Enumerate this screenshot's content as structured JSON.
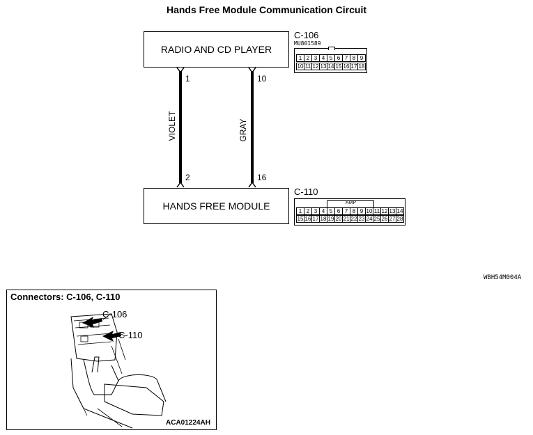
{
  "title": "Hands Free Module Communication Circuit",
  "components": {
    "top": "RADIO AND CD PLAYER",
    "bottom": "HANDS FREE MODULE"
  },
  "wires": [
    {
      "color_label": "VIOLET",
      "top_pin": "1",
      "bottom_pin": "2"
    },
    {
      "color_label": "GRAY",
      "top_pin": "10",
      "bottom_pin": "16"
    }
  ],
  "connector_c106": {
    "name": "C-106",
    "part_no": "MU801589",
    "row1": [
      "1",
      "2",
      "3",
      "4",
      "5",
      "6",
      "7",
      "8",
      "9"
    ],
    "row2": [
      "10",
      "11",
      "12",
      "13",
      "14",
      "15",
      "16",
      "17",
      "18"
    ]
  },
  "connector_c110": {
    "name": "C-110",
    "tag": "AMP",
    "row1": [
      "1",
      "2",
      "3",
      "4",
      "5",
      "6",
      "7",
      "8",
      "9",
      "10",
      "11",
      "12",
      "13",
      "14"
    ],
    "row2": [
      "15",
      "16",
      "17",
      "18",
      "19",
      "20",
      "21",
      "22",
      "23",
      "24",
      "25",
      "26",
      "27",
      "28"
    ]
  },
  "diagram_code": "WBH54M004A",
  "location_panel": {
    "title": "Connectors: C-106, C-110",
    "callout1": "C-106",
    "callout2": "C-110",
    "code": "ACA01224AH"
  }
}
